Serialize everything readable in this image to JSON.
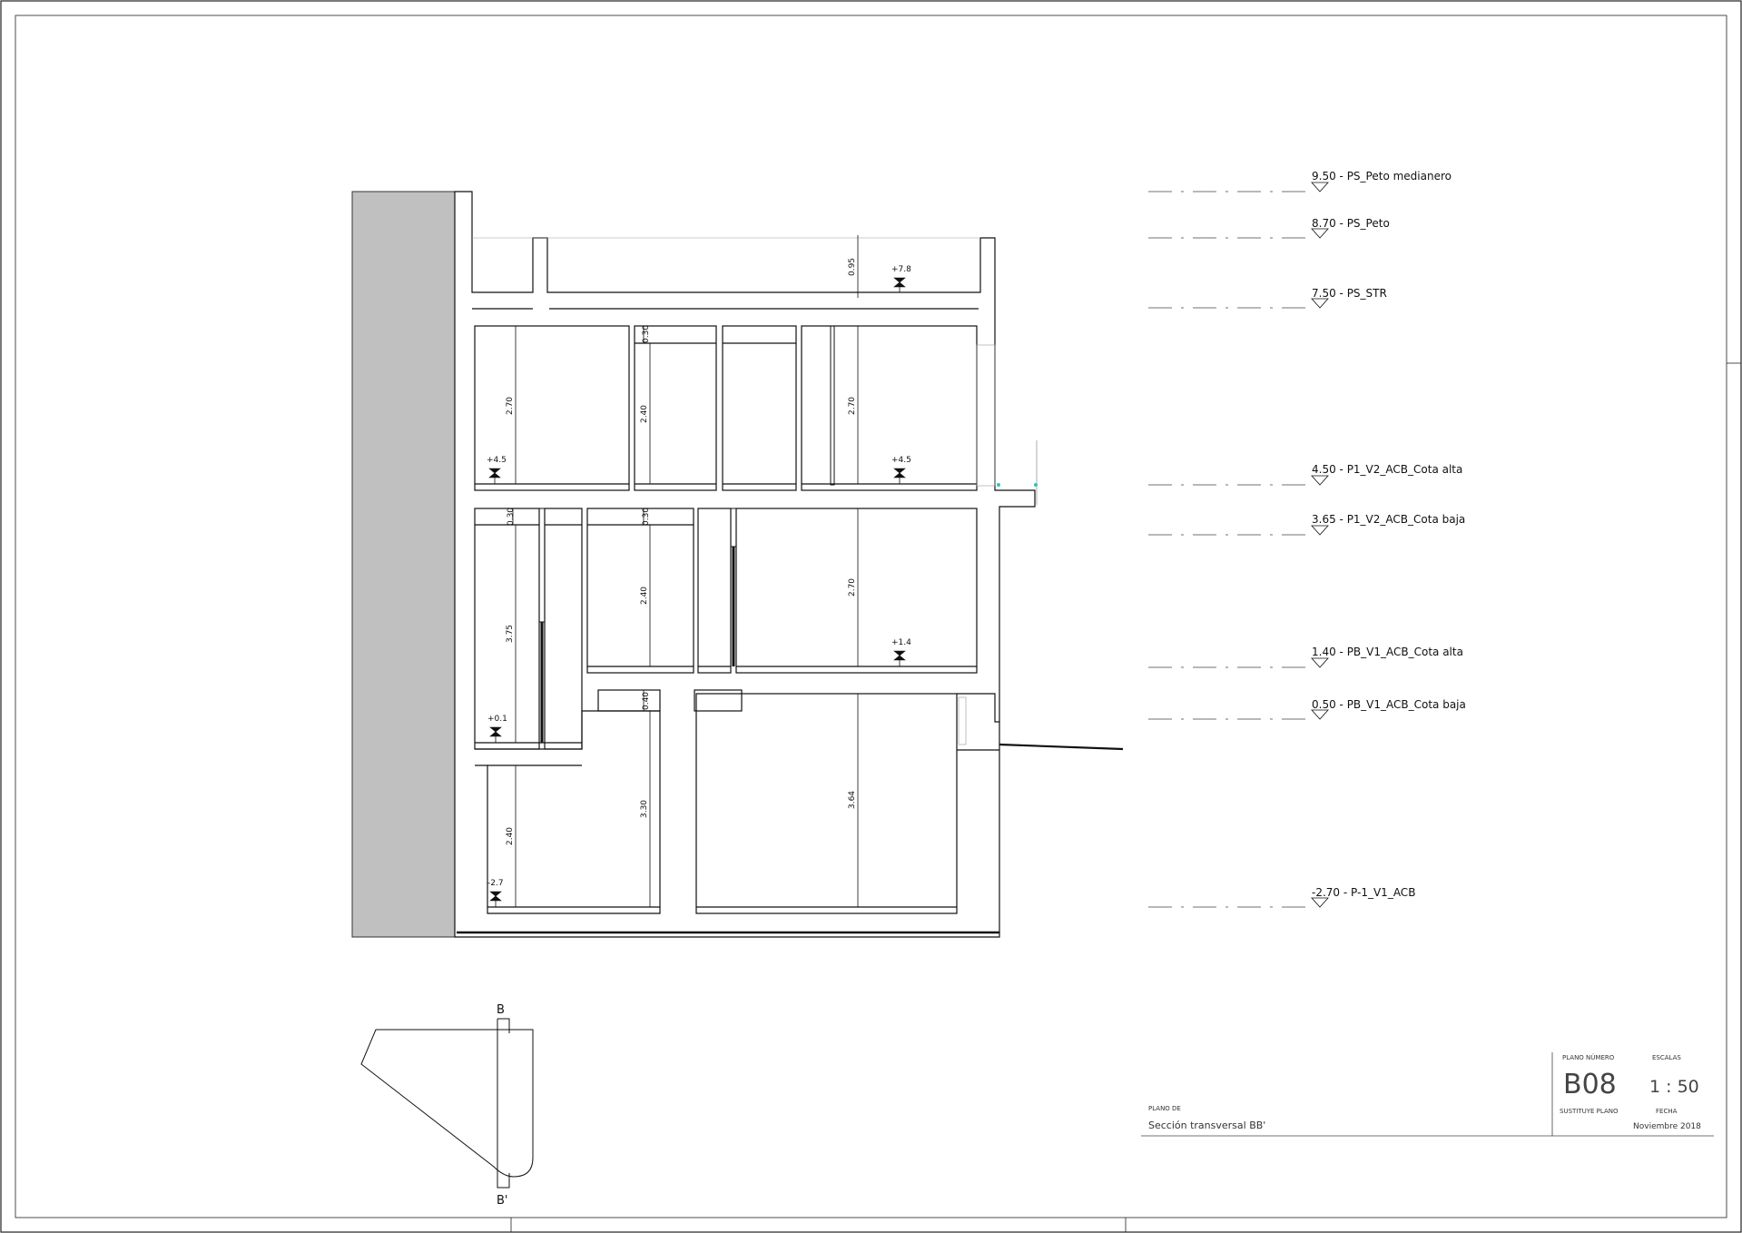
{
  "levels": [
    {
      "value": "9.50",
      "name": "PS_Peto medianero"
    },
    {
      "value": "8.70",
      "name": "PS_Peto"
    },
    {
      "value": "7.50",
      "name": "PS_STR"
    },
    {
      "value": "4.50",
      "name": "P1_V2_ACB_Cota alta"
    },
    {
      "value": "3.65",
      "name": "P1_V2_ACB_Cota baja"
    },
    {
      "value": "1.40",
      "name": "PB_V1_ACB_Cota alta"
    },
    {
      "value": "0.50",
      "name": "PB_V1_ACB_Cota baja"
    },
    {
      "value": "-2.70",
      "name": "P-1_V1_ACB"
    }
  ],
  "dimensions": [
    "0.95",
    "0.30",
    "2.70",
    "2.40",
    "2.70",
    "0.30",
    "0.30",
    "3.75",
    "2.40",
    "2.70",
    "0.40",
    "2.40",
    "3.30",
    "3.64"
  ],
  "spot_levels": [
    "+7.8",
    "+4.5",
    "+4.5",
    "+1.4",
    "+0.1",
    "-2.7"
  ],
  "key_plan": {
    "start": "B",
    "end": "B'"
  },
  "title_block": {
    "plan_label": "PLANO DE",
    "plan_title": "Sección transversal BB'",
    "number_label": "PLANO NÚMERO",
    "number": "B08",
    "scale_label": "ESCALAS",
    "scale": "1 : 50",
    "replaces_label": "SUSTITUYE PLANO",
    "date_label": "FECHA",
    "date": "Noviembre 2018"
  },
  "colors": {
    "wall_fill": "#c0c0c0",
    "line": "#111111",
    "accent": "#2ec4c4"
  }
}
